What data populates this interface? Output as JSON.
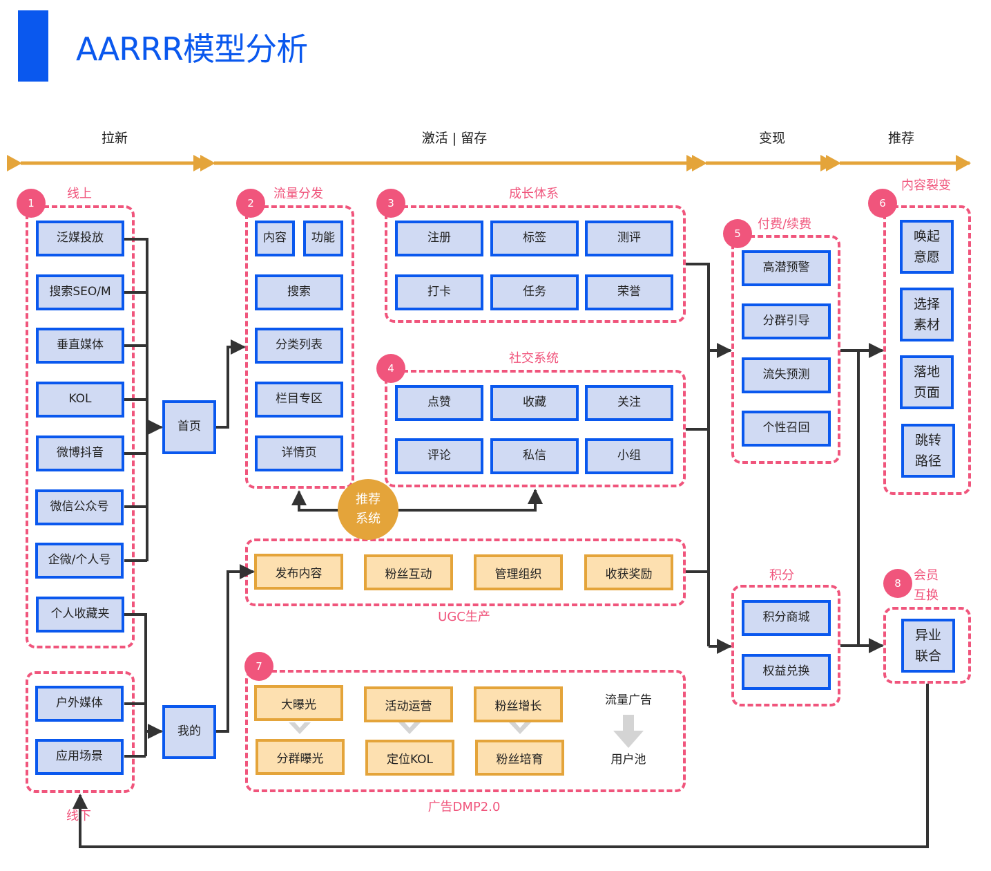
{
  "title": "AARRR模型分析",
  "stages": [
    {
      "label": "拉新"
    },
    {
      "label": "激活 | 留存"
    },
    {
      "label": "变现"
    },
    {
      "label": "推荐"
    }
  ],
  "colors": {
    "accent_blue": "#0a58ee",
    "node_fill": "#d0daf3",
    "group_pink": "#f0557c",
    "stage_orange": "#e4a43a",
    "orange_fill": "#fde0b0",
    "line_dark": "#333333"
  },
  "groups": {
    "online": {
      "badge": "1",
      "label": "线上",
      "items": [
        "泛媒投放",
        "搜索SEO/M",
        "垂直媒体",
        "KOL",
        "微博抖音",
        "微信公众号",
        "企微/个人号",
        "个人收藏夹"
      ]
    },
    "offline": {
      "label": "线下",
      "items": [
        "户外媒体",
        "应用场景"
      ]
    },
    "traffic": {
      "badge": "2",
      "label": "流量分发",
      "items": [
        "内容",
        "功能",
        "搜索",
        "分类列表",
        "栏目专区",
        "详情页"
      ]
    },
    "growth": {
      "badge": "3",
      "label": "成长体系",
      "items": [
        "注册",
        "标签",
        "测评",
        "打卡",
        "任务",
        "荣誉"
      ]
    },
    "social": {
      "badge": "4",
      "label": "社交系统",
      "items": [
        "点赞",
        "收藏",
        "关注",
        "评论",
        "私信",
        "小组"
      ]
    },
    "paid": {
      "badge": "5",
      "label": "付费/续费",
      "items": [
        "高潜预警",
        "分群引导",
        "流失预测",
        "个性召回"
      ]
    },
    "fission": {
      "badge": "6",
      "label": "内容裂变",
      "items": [
        "唤起意愿",
        "选择素材",
        "落地页面",
        "跳转路径"
      ]
    },
    "ugc": {
      "label": "UGC生产",
      "items": [
        "发布内容",
        "粉丝互动",
        "管理组织",
        "收获奖励"
      ]
    },
    "ads": {
      "badge": "7",
      "label": "广告DMP2.0",
      "items": [
        "大曝光",
        "分群曝光",
        "活动运营",
        "定位KOL",
        "粉丝增长",
        "粉丝培育"
      ],
      "flow_top": "流量广告",
      "flow_bottom": "用户池"
    },
    "points": {
      "label": "积分",
      "items": [
        "积分商城",
        "权益兑换"
      ]
    },
    "member": {
      "badge": "8",
      "label": "会员互换",
      "items": [
        "异业联合"
      ]
    }
  },
  "hubs": {
    "home": "首页",
    "mine": "我的"
  },
  "recommend": "推荐系统"
}
